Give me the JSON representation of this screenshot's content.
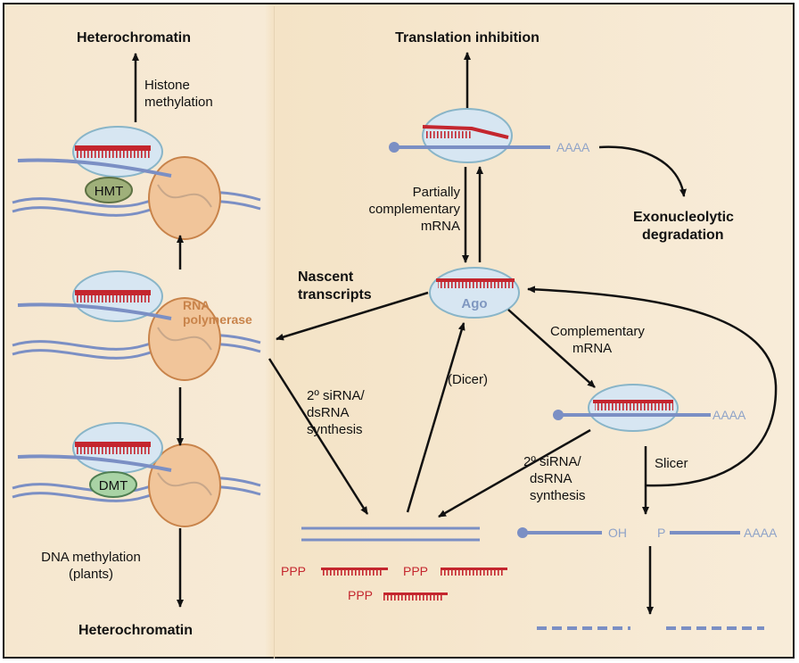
{
  "title": "",
  "labels": {
    "heterochromatin_top": "Heterochromatin",
    "histone_methylation_1": "Histone",
    "histone_methylation_2": "methylation",
    "hmt": "HMT",
    "rna_polymerase_1": "RNA",
    "rna_polymerase_2": "polymerase",
    "dmt": "DMT",
    "dna_methylation_1": "DNA methylation",
    "dna_methylation_2": "(plants)",
    "heterochromatin_bottom": "Heterochromatin",
    "translation_inhibition": "Translation inhibition",
    "aaaa_1": "AAAA",
    "partially_1": "Partially",
    "partially_2": "complementary",
    "partially_3": "mRNA",
    "exonucleolytic_1": "Exonucleolytic",
    "exonucleolytic_2": "degradation",
    "nascent_1": "Nascent",
    "nascent_2": "transcripts",
    "ago": "Ago",
    "complementary_1": "Complementary",
    "complementary_2": "mRNA",
    "dicer": "(Dicer)",
    "sirna_left_1": "2º siRNA/",
    "sirna_left_2": "dsRNA",
    "sirna_left_3": "synthesis",
    "aaaa_2": "AAAA",
    "slicer": "Slicer",
    "sirna_right_1": "2º siRNA/",
    "sirna_right_2": "dsRNA",
    "sirna_right_3": "synthesis",
    "oh": "OH",
    "p": "P",
    "aaaa_3": "AAAA",
    "ppp_1": "PPP",
    "ppp_2": "PPP",
    "ppp_3": "PPP"
  },
  "colors": {
    "rna": "#7b8fc4",
    "sirna": "#c4262e",
    "ago_fill": "#d7e6f2",
    "ago_stroke": "#89b5c8",
    "polymerase_fill": "#f1c59a",
    "polymerase_stroke": "#c8834a",
    "hmt_fill": "#9fb07a"
  }
}
